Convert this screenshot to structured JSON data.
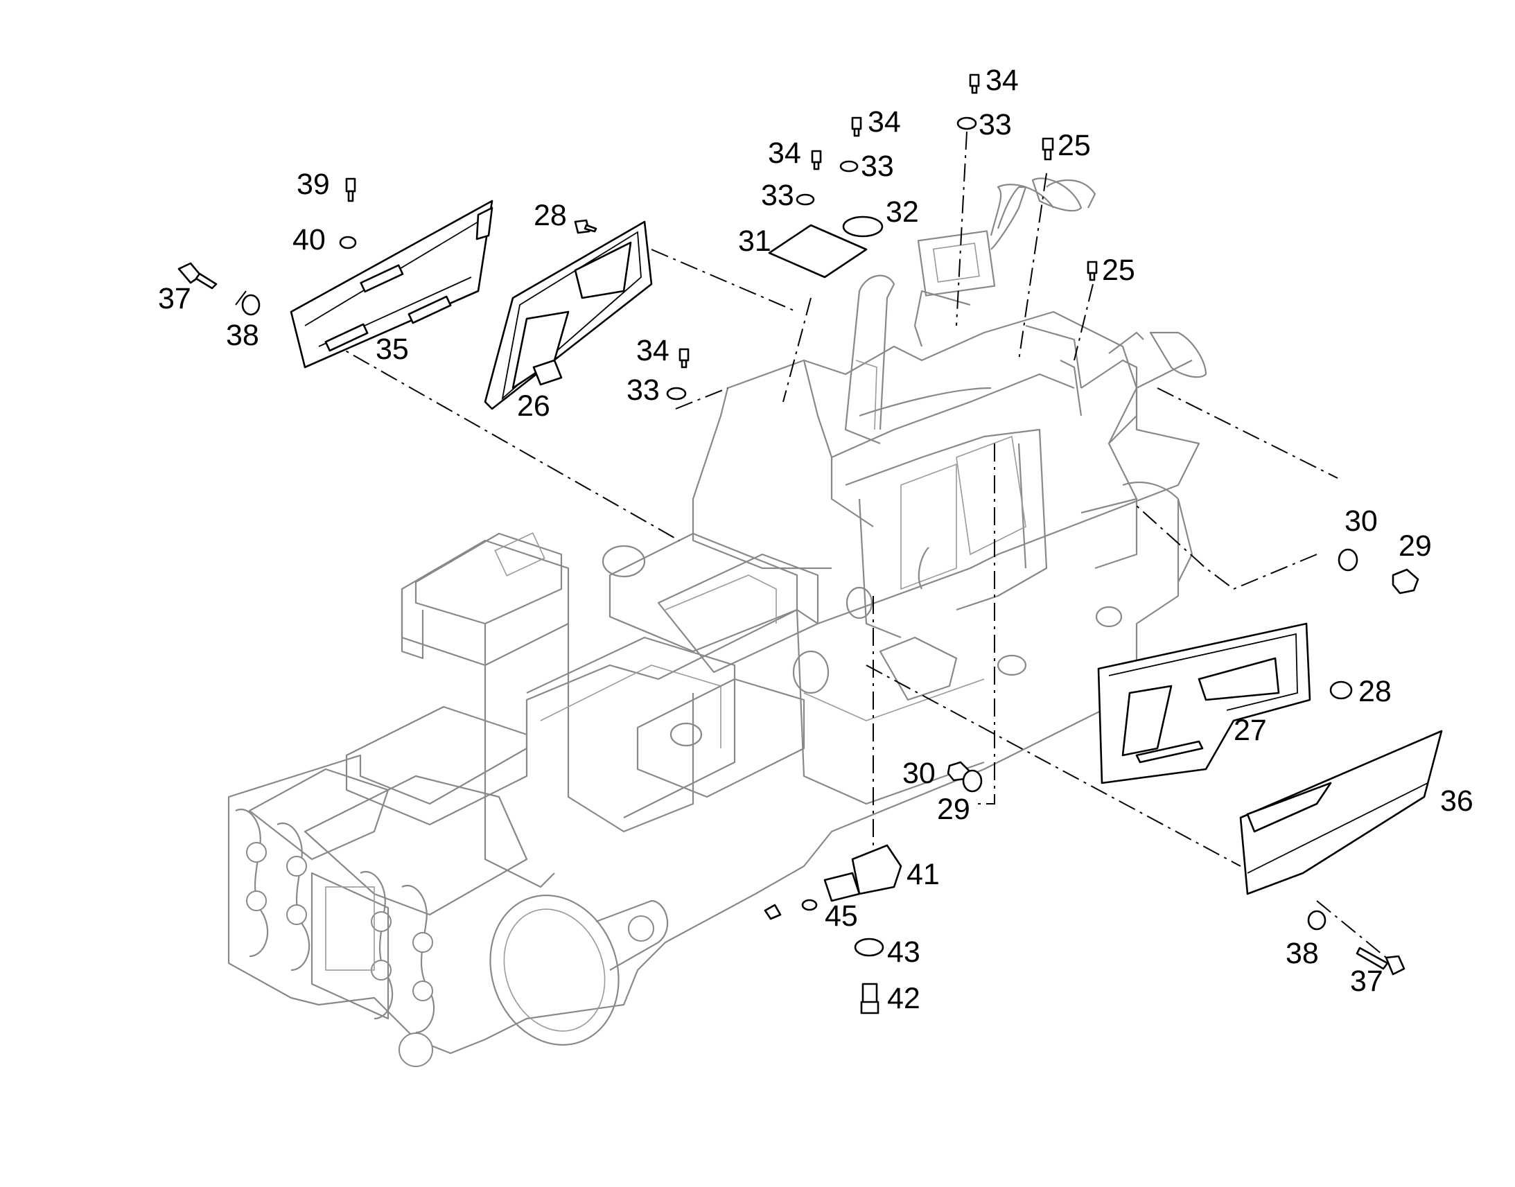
{
  "callouts": {
    "c25a": "25",
    "c25b": "25",
    "c26": "26",
    "c27": "27",
    "c28a": "28",
    "c28b": "28",
    "c29a": "29",
    "c29b": "29",
    "c30a": "30",
    "c30b": "30",
    "c31": "31",
    "c32": "32",
    "c33a": "33",
    "c33b": "33",
    "c33c": "33",
    "c33d": "33",
    "c34a": "34",
    "c34b": "34",
    "c34c": "34",
    "c34d": "34",
    "c35": "35",
    "c36": "36",
    "c37a": "37",
    "c37b": "37",
    "c38a": "38",
    "c38b": "38",
    "c39": "39",
    "c40": "40",
    "c41": "41",
    "c42": "42",
    "c43": "43",
    "c45": "45"
  }
}
